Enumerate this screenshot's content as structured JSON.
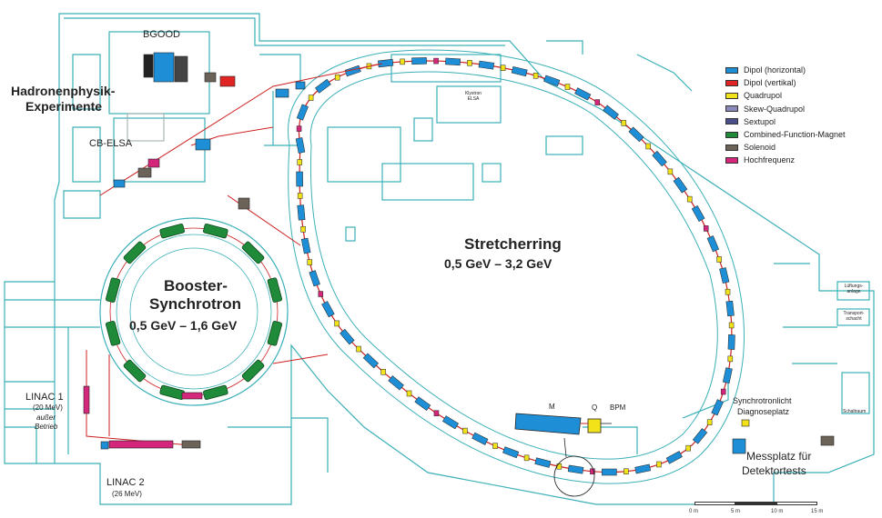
{
  "labels": {
    "bgood": "BGOOD",
    "hadron_line1": "Hadronenphysik-",
    "hadron_line2": "Experimente",
    "cbelsa": "CB-ELSA",
    "booster_line1": "Booster-",
    "booster_line2": "Synchrotron",
    "booster_energy": "0,5 GeV – 1,6 GeV",
    "stretcher": "Stretcherring",
    "stretcher_energy": "0,5 GeV – 3,2 GeV",
    "linac1": "LINAC 1",
    "linac1_mev": "(20 MeV)",
    "linac1_status_1": "außer",
    "linac1_status_2": "Betrieb",
    "linac2": "LINAC 2",
    "linac2_mev": "(26 MeV)",
    "synchro_line1": "Synchrotronlicht",
    "synchro_line2": "Diagnoseplatz",
    "messplatz_line1": "Messplatz für",
    "messplatz_line2": "Detektortests",
    "detail_m": "M",
    "detail_q": "Q",
    "detail_bpm": "BPM",
    "klystron": "Klystron ELSA",
    "luftungs": "Lüftungs-anlage",
    "transport": "Transport-schacht",
    "schaltraum": "Schaltraum"
  },
  "legend": [
    {
      "label": "Dipol (horizontal)",
      "color": "#1e8fd6"
    },
    {
      "label": "Dipol (vertikal)",
      "color": "#e02424"
    },
    {
      "label": "Quadrupol",
      "color": "#f2e21a"
    },
    {
      "label": "Skew-Quadrupol",
      "color": "#8a8ab8"
    },
    {
      "label": "Sextupol",
      "color": "#4a4f8a"
    },
    {
      "label": "Combined-Function-Magnet",
      "color": "#1e8a3a"
    },
    {
      "label": "Solenoid",
      "color": "#6b6258"
    },
    {
      "label": "Hochfrequenz",
      "color": "#d4267a"
    }
  ],
  "scale": {
    "ticks": [
      "0 m",
      "5 m",
      "10 m",
      "15 m"
    ]
  },
  "colors": {
    "building": "#3bb0b8",
    "beam": "#cc2222"
  }
}
